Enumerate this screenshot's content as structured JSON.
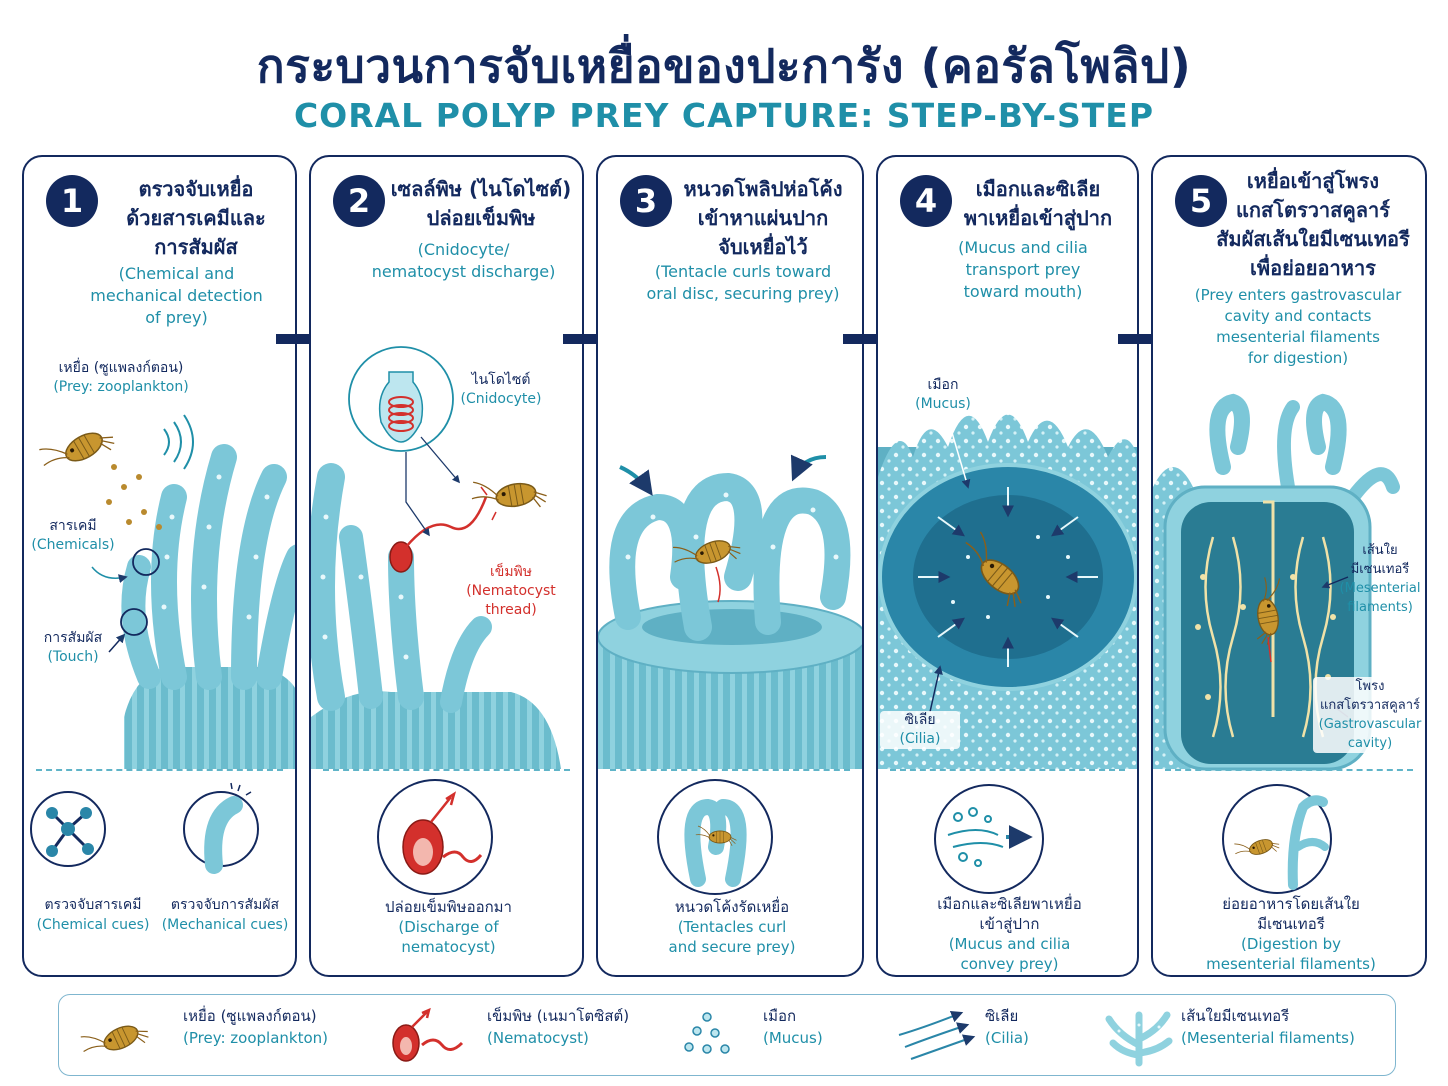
{
  "title_th": "กระบวนการจับเหยื่อของปะการัง (คอรัลโพลิป)",
  "title_en": "CORAL POLYP PREY CAPTURE: STEP-BY-STEP",
  "colors": {
    "navy": "#13295e",
    "teal": "#1f8fa8",
    "red": "#d3302c",
    "tissue": "#7cc7d8",
    "prey": "#b98a2e"
  },
  "steps": [
    {
      "number": "1",
      "title_th": "ตรวจจับเหยื่อ\nด้วยสารเคมีและ\nการสัมผัส",
      "title_en": "(Chemical and\nmechanical detection\nof prey)",
      "labels": {
        "prey_th": "เหยื่อ (ซูแพลงก์ตอน)",
        "prey_en": "(Prey: zooplankton)",
        "chem_th": "สารเคมี",
        "chem_en": "(Chemicals)",
        "touch_th": "การสัมผัส",
        "touch_en": "(Touch)"
      },
      "captions": [
        {
          "th": "ตรวจจับสารเคมี",
          "en": "(Chemical cues)",
          "icon": "molecule-icon"
        },
        {
          "th": "ตรวจจับการสัมผัส",
          "en": "(Mechanical cues)",
          "icon": "tentacle-touch-icon"
        }
      ]
    },
    {
      "number": "2",
      "title_th": "เซลล์พิษ (ไนโดไซต์)\nปล่อยเข็มพิษ",
      "title_en": "(Cnidocyte/\nnematocyst discharge)",
      "labels": {
        "cnido_th": "ไนโดไซต์",
        "cnido_en": "(Cnidocyte)",
        "nema_th": "เข็มพิษ",
        "nema_en": "(Nematocyst\nthread)"
      },
      "caption": {
        "th": "ปล่อยเข็มพิษออกมา",
        "en": "(Discharge of\nnematocyst)",
        "icon": "nematocyst-icon"
      }
    },
    {
      "number": "3",
      "title_th": "หนวดโพลิปห่อโค้ง\nเข้าหาแผ่นปาก\nจับเหยื่อไว้",
      "title_en": "(Tentacle curls toward\noral disc, securing prey)",
      "caption": {
        "th": "หนวดโค้งรัดเหยื่อ",
        "en": "(Tentacles curl\nand secure prey)",
        "icon": "curled-tentacle-icon"
      }
    },
    {
      "number": "4",
      "title_th": "เมือกและซิเลีย\nพาเหยื่อเข้าสู่ปาก",
      "title_en": "(Mucus and cilia\ntransport prey\ntoward mouth)",
      "labels": {
        "mucus_th": "เมือก",
        "mucus_en": "(Mucus)",
        "cilia_th": "ซิเลีย",
        "cilia_en": "(Cilia)"
      },
      "caption": {
        "th": "เมือกและซิเลียพาเหยื่อ\nเข้าสู่ปาก",
        "en": "(Mucus and cilia\nconvey prey)",
        "icon": "mucus-flow-icon"
      }
    },
    {
      "number": "5",
      "title_th": "เหยื่อเข้าสู่โพรง\nแกสโตรวาสคูลาร์\nสัมผัสเส้นใยมีเซนเทอรี\nเพื่อย่อยอาหาร",
      "title_en": "(Prey enters gastrovascular\ncavity and contacts\nmesenterial filaments\nfor digestion)",
      "labels": {
        "fil_th": "เส้นใย\nมีเซนเทอรี",
        "fil_en": "(Mesenterial\nfilaments)",
        "cav_th": "โพรง\nแกสโตรวาสคูลาร์",
        "cav_en": "(Gastrovascular\ncavity)"
      },
      "caption": {
        "th": "ย่อยอาหารโดยเส้นใย\nมีเซนเทอรี",
        "en": "(Digestion by\nmesenterial filaments)",
        "icon": "digestion-icon"
      }
    }
  ],
  "legend": [
    {
      "th": "เหยื่อ (ซูแพลงก์ตอน)",
      "en": "(Prey: zooplankton)",
      "icon": "zooplankton-icon"
    },
    {
      "th": "เข็มพิษ (เนมาโตซิสต์)",
      "en": "(Nematocyst)",
      "icon": "nematocyst-icon"
    },
    {
      "th": "เมือก",
      "en": "(Mucus)",
      "icon": "mucus-icon"
    },
    {
      "th": "ซิเลีย",
      "en": "(Cilia)",
      "icon": "cilia-icon"
    },
    {
      "th": "เส้นใยมีเซนเทอรี",
      "en": "(Mesenterial filaments)",
      "icon": "mesenterial-filament-icon"
    }
  ]
}
